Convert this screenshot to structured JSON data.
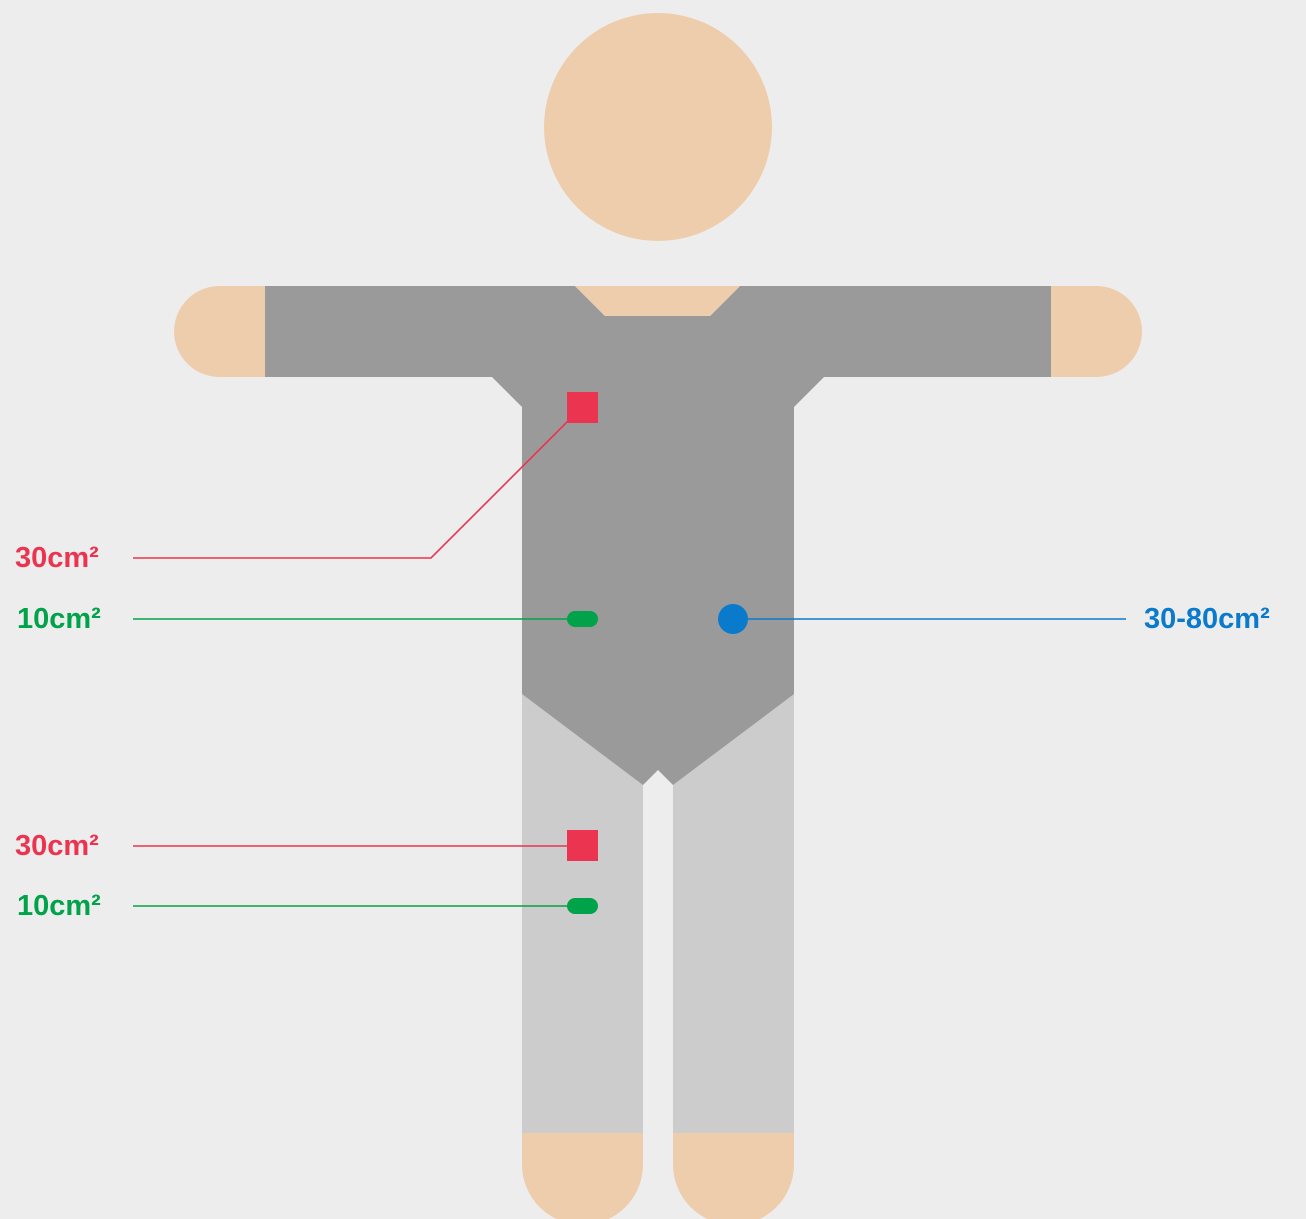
{
  "colors": {
    "background": "#eeeded",
    "skin": "#eecdac",
    "shirt": "#9a9a9a",
    "pants": "#cccccc",
    "red": "#ea3450",
    "green": "#00a34a",
    "blue": "#0a7bcc"
  },
  "annotations": {
    "chest_square": {
      "label": "30cm²",
      "marker": "square",
      "color": "red"
    },
    "abdomen_small": {
      "label": "10cm²",
      "marker": "pill",
      "color": "green"
    },
    "abdomen_circle": {
      "label": "30-80cm²",
      "marker": "circle",
      "color": "blue"
    },
    "thigh_square": {
      "label": "30cm²",
      "marker": "square",
      "color": "red"
    },
    "thigh_small": {
      "label": "10cm²",
      "marker": "pill",
      "color": "green"
    }
  }
}
